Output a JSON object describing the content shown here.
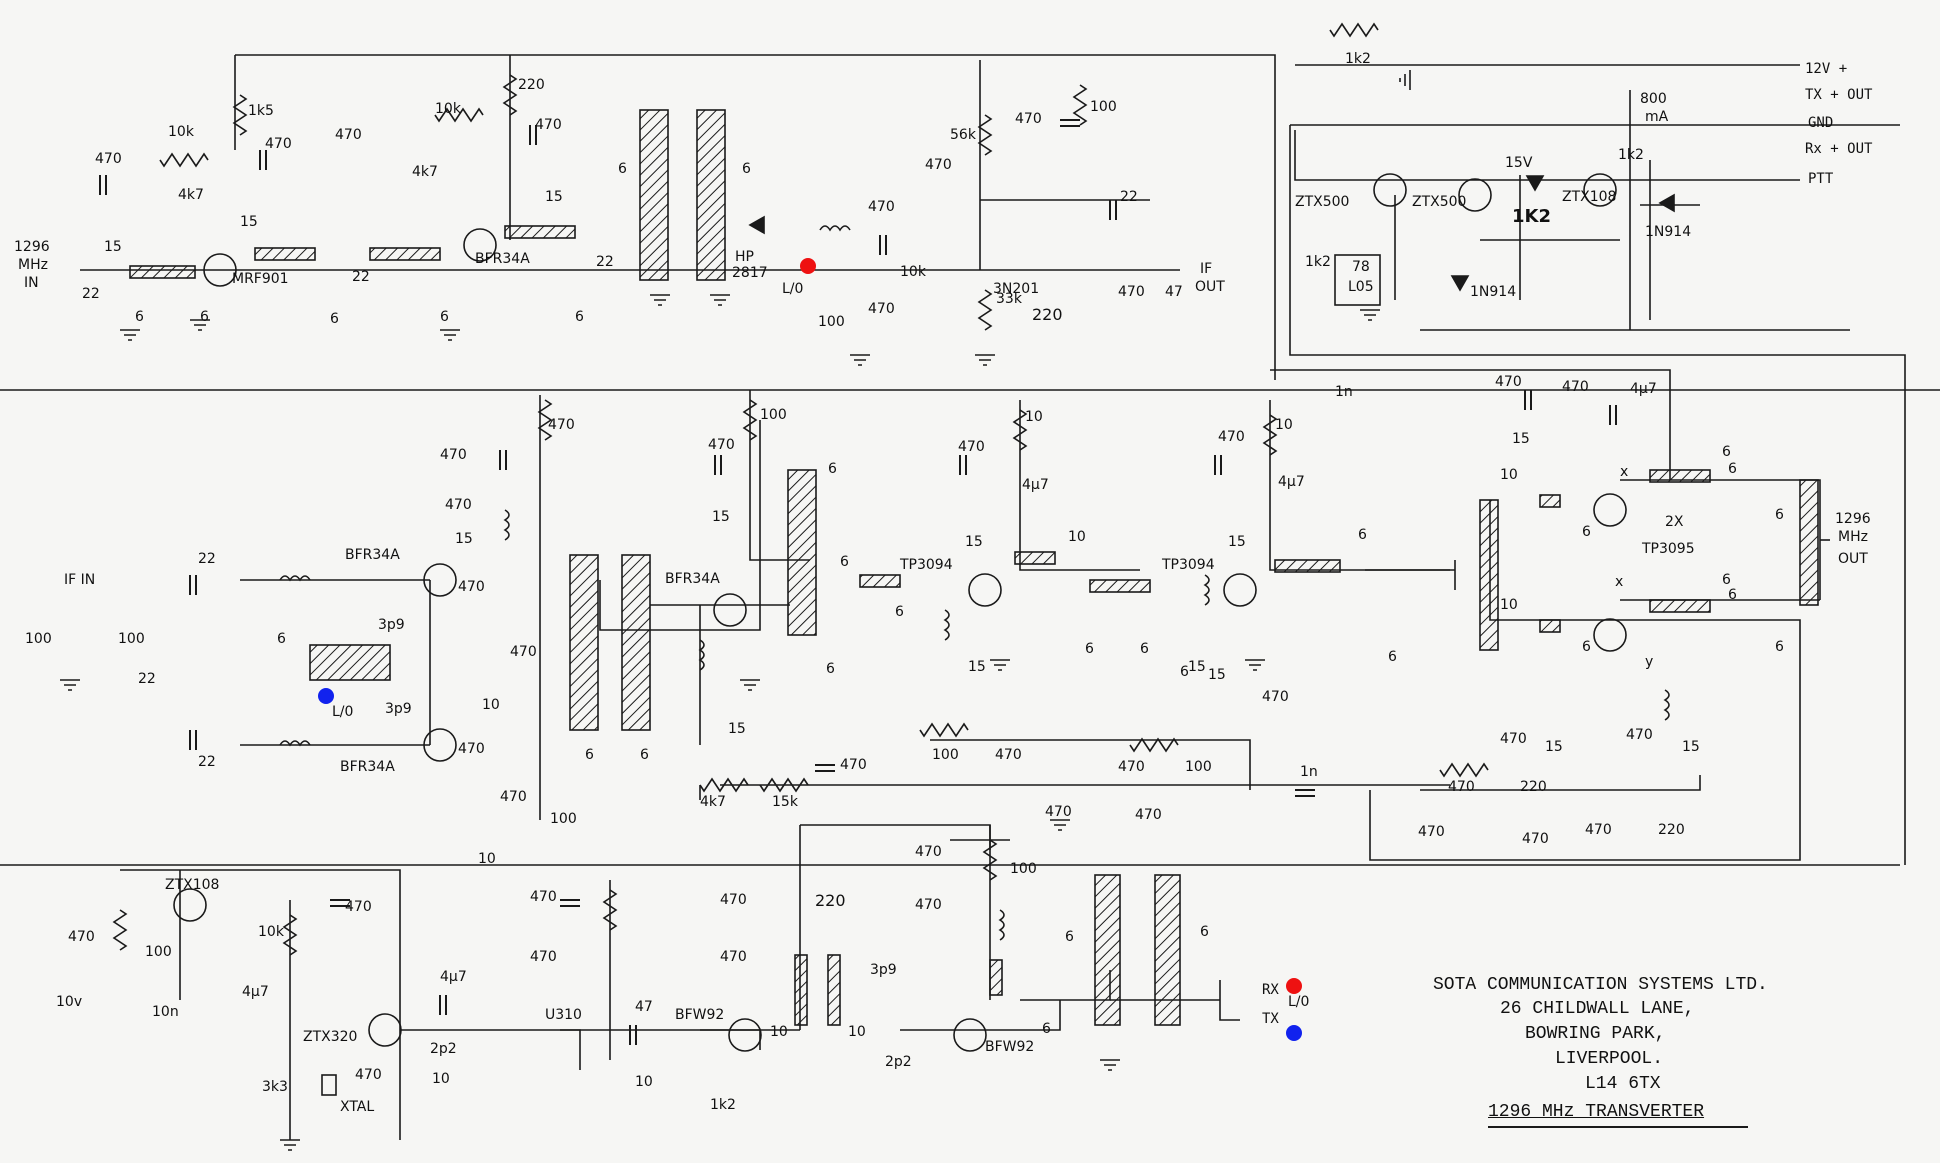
{
  "colors": {
    "paper": "#f6f6f4",
    "ink": "#1a1a1a",
    "marker_red": "#ee1111",
    "marker_blue": "#1122ee"
  },
  "company": {
    "line1": "SOTA COMMUNICATION SYSTEMS LTD.",
    "line2": "26 CHILDWALL LANE,",
    "line3": "BOWRING PARK,",
    "line4": "LIVERPOOL.",
    "line5": "L14 6TX",
    "title": "1296 MHz TRANSVERTER"
  },
  "io": {
    "in_1296": [
      "1296",
      "MHz",
      "IN"
    ],
    "if_out": [
      "IF",
      "OUT"
    ],
    "if_in": "IF IN",
    "out_1296": [
      "1296",
      "MHz",
      "OUT"
    ],
    "v12": "12V +",
    "tx_out": "TX + OUT",
    "gnd": "GND",
    "rx_out": "Rx + OUT",
    "ptt": "PTT",
    "rx": "RX",
    "tx": "TX",
    "lo": "L/0"
  },
  "parts": {
    "mrf901": "MRF901",
    "bfr34a": "BFR34A",
    "hp2817": [
      "HP",
      "2817"
    ],
    "n3n201": "3N201",
    "ztx500": "ZTX500",
    "ztx108": "ZTX108",
    "reg": [
      "78",
      "L05"
    ],
    "d1n914": "1N914",
    "zener": "15V",
    "tp3094": "TP3094",
    "tp3095": "TP3095",
    "two_x": "2X",
    "ztx320": "ZTX320",
    "u310": "U310",
    "bfw92": "BFW92",
    "xtal": "XTAL"
  },
  "values": {
    "v470": "470",
    "v100": "100",
    "v10k": "10k",
    "v4k7": "4k7",
    "v1k5": "1k5",
    "v220": "220",
    "v15": "15",
    "v22": "22",
    "v6": "6",
    "v56k": "56k",
    "v33k": "33k",
    "v47": "47",
    "v1k2": "1k2",
    "v1K2": "1K2",
    "v800": "800",
    "vmA": "mA",
    "v1n": "1n",
    "v10": "10",
    "v4u7": "4μ7",
    "v3p9": "3p9",
    "v15k": "15k",
    "v2p2": "2p2",
    "v3k3": "3k3",
    "v10v": "10v",
    "v10n": "10n",
    "vx": "x",
    "vy": "y"
  }
}
